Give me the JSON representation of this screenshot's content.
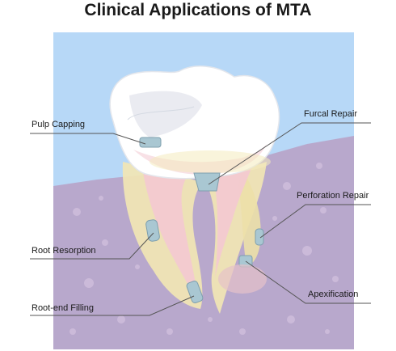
{
  "title": "Clinical Applications of MTA",
  "colors": {
    "background_panel": "#b7d8f7",
    "bone": "#b7a5c9",
    "crown": "#ffffff",
    "enamel_shadow": "#e6e8ee",
    "pulp": "#f3c9d2",
    "root": "#f1e6b4",
    "mta": "#a9c7d2",
    "leader_line": "#555555"
  },
  "labels": {
    "pulp_capping": "Pulp Capping",
    "furcal_repair": "Furcal Repair",
    "perforation_repair": "Perforation Repair",
    "root_resorption": "Root Resorption",
    "apexification": "Apexification",
    "root_end_filling": "Root-end Filling"
  }
}
